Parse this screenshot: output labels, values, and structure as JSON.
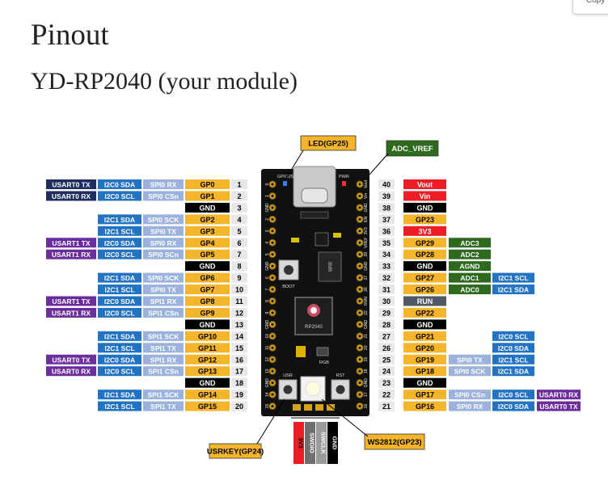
{
  "page": {
    "title": "Pinout",
    "subtitle": "YD-RP2040 (your module)",
    "corner_button": "Copy"
  },
  "colors": {
    "usart": "#1f2e5e",
    "i2c": "#2273c3",
    "spi": "#9bb2dc",
    "gpio": "#f4b52a",
    "num": "#e8e8e8",
    "gnd": "#000000",
    "power": "#ee1c25",
    "run": "#4f5966",
    "adc": "#2d6a1e",
    "usart_alt": "#6c2d9c",
    "callout_gp": "#f4b52a",
    "callout_adc": "#2d6a1e",
    "board": "#111111",
    "debug_3v3": "#ee1c25",
    "debug_swdio": "#6f6f6f",
    "debug_swclk": "#9a9a9a",
    "debug_gnd": "#000000"
  },
  "callouts": {
    "led": "LED(GP25)",
    "adc_vref": "ADC_VREF",
    "usrkey": "USRKEY(GP24)",
    "ws2812": "WS2812(GP23)"
  },
  "board": {
    "led_label": "GPIO25",
    "pwr_label": "PWR",
    "boot_label": "BOOT",
    "usr_label": "USR",
    "rst_label": "RST",
    "rgb_label": "RGB",
    "chip_label": "RP2040",
    "flash_label": "8MB",
    "left_pins": [
      "0",
      "1",
      "GND",
      "2",
      "3",
      "4",
      "5",
      "GND",
      "6",
      "7",
      "8",
      "9",
      "GND",
      "10",
      "11",
      "12",
      "13",
      "GND",
      "14",
      "15"
    ],
    "right_pins": [
      "Vout",
      "Vin",
      "GND",
      "EN",
      "3V3",
      "VREF",
      "28",
      "GND",
      "27",
      "26",
      "RUN",
      "22",
      "GND",
      "21",
      "20",
      "19",
      "18",
      "GND",
      "17",
      "16"
    ]
  },
  "debug_header": [
    "3V3",
    "SWDIO",
    "SWCLK",
    "GND"
  ],
  "left_rows": [
    {
      "num": "1",
      "pin": "GP0",
      "f": [
        "USART0 TX",
        "I2C0 SDA",
        "SPI0 RX"
      ],
      "t": [
        "usart",
        "i2c",
        "spi"
      ]
    },
    {
      "num": "2",
      "pin": "GP1",
      "f": [
        "USART0 RX",
        "I2C0 SCL",
        "SPI0 CSn"
      ],
      "t": [
        "usart",
        "i2c",
        "spi"
      ]
    },
    {
      "num": "3",
      "pin": "GND",
      "f": [
        "",
        "",
        ""
      ],
      "t": [
        "",
        "",
        ""
      ]
    },
    {
      "num": "4",
      "pin": "GP2",
      "f": [
        "",
        "I2C1 SDA",
        "SPI0 SCK"
      ],
      "t": [
        "",
        "i2c",
        "spi"
      ]
    },
    {
      "num": "5",
      "pin": "GP3",
      "f": [
        "",
        "I2C1 SCL",
        "SPI0 TX"
      ],
      "t": [
        "",
        "i2c",
        "spi"
      ]
    },
    {
      "num": "6",
      "pin": "GP4",
      "f": [
        "USART1 TX",
        "I2C0 SDA",
        "SPI0 RX"
      ],
      "t": [
        "usart_alt",
        "i2c",
        "spi"
      ]
    },
    {
      "num": "7",
      "pin": "GP5",
      "f": [
        "USART1 RX",
        "I2C0 SCL",
        "SPI0 SCn"
      ],
      "t": [
        "usart_alt",
        "i2c",
        "spi"
      ]
    },
    {
      "num": "8",
      "pin": "GND",
      "f": [
        "",
        "",
        ""
      ],
      "t": [
        "",
        "",
        ""
      ]
    },
    {
      "num": "9",
      "pin": "GP6",
      "f": [
        "",
        "I2C1 SDA",
        "SPI0 SCK"
      ],
      "t": [
        "",
        "i2c",
        "spi"
      ]
    },
    {
      "num": "10",
      "pin": "GP7",
      "f": [
        "",
        "I2C1 SCL",
        "SPI0 TX"
      ],
      "t": [
        "",
        "i2c",
        "spi"
      ]
    },
    {
      "num": "11",
      "pin": "GP8",
      "f": [
        "USART1 TX",
        "I2C0 SDA",
        "SPI1 RX"
      ],
      "t": [
        "usart_alt",
        "i2c",
        "spi"
      ]
    },
    {
      "num": "12",
      "pin": "GP9",
      "f": [
        "USART1 RX",
        "I2C0 SCL",
        "SPI1 CSn"
      ],
      "t": [
        "usart_alt",
        "i2c",
        "spi"
      ]
    },
    {
      "num": "13",
      "pin": "GND",
      "f": [
        "",
        "",
        ""
      ],
      "t": [
        "",
        "",
        ""
      ]
    },
    {
      "num": "14",
      "pin": "GP10",
      "f": [
        "",
        "I2C1 SDA",
        "SPI1 SCK"
      ],
      "t": [
        "",
        "i2c",
        "spi"
      ]
    },
    {
      "num": "15",
      "pin": "GP11",
      "f": [
        "",
        "I2C1 SCL",
        "SPI1 TX"
      ],
      "t": [
        "",
        "i2c",
        "spi"
      ]
    },
    {
      "num": "16",
      "pin": "GP12",
      "f": [
        "USART0 TX",
        "I2C0 SDA",
        "SPI1 RX"
      ],
      "t": [
        "usart_alt",
        "i2c",
        "spi"
      ]
    },
    {
      "num": "17",
      "pin": "GP13",
      "f": [
        "USART0 RX",
        "I2C0 SCL",
        "SPI1 CSn"
      ],
      "t": [
        "usart_alt",
        "i2c",
        "spi"
      ]
    },
    {
      "num": "18",
      "pin": "GND",
      "f": [
        "",
        "",
        ""
      ],
      "t": [
        "",
        "",
        ""
      ]
    },
    {
      "num": "19",
      "pin": "GP14",
      "f": [
        "",
        "I2C1 SDA",
        "SPI1 SCK"
      ],
      "t": [
        "",
        "i2c",
        "spi"
      ]
    },
    {
      "num": "20",
      "pin": "GP15",
      "f": [
        "",
        "I2C1 SCL",
        "SPI1 TX"
      ],
      "t": [
        "",
        "i2c",
        "spi"
      ]
    }
  ],
  "right_rows": [
    {
      "num": "40",
      "pin": "Vout",
      "pt": "power",
      "f": [
        "",
        "",
        ""
      ],
      "t": [
        "",
        "",
        ""
      ]
    },
    {
      "num": "39",
      "pin": "Vin",
      "pt": "power",
      "f": [
        "",
        "",
        ""
      ],
      "t": [
        "",
        "",
        ""
      ]
    },
    {
      "num": "38",
      "pin": "GND",
      "pt": "gnd",
      "f": [
        "",
        "",
        ""
      ],
      "t": [
        "",
        "",
        ""
      ]
    },
    {
      "num": "37",
      "pin": "GP23",
      "pt": "gpio",
      "f": [
        "",
        "",
        ""
      ],
      "t": [
        "",
        "",
        ""
      ]
    },
    {
      "num": "36",
      "pin": "3V3",
      "pt": "power",
      "f": [
        "",
        "",
        ""
      ],
      "t": [
        "",
        "",
        ""
      ]
    },
    {
      "num": "35",
      "pin": "GP29",
      "pt": "gpio",
      "f": [
        "ADC3",
        "",
        ""
      ],
      "t": [
        "adc",
        "",
        ""
      ]
    },
    {
      "num": "34",
      "pin": "GP28",
      "pt": "gpio",
      "f": [
        "ADC2",
        "",
        ""
      ],
      "t": [
        "adc",
        "",
        ""
      ]
    },
    {
      "num": "33",
      "pin": "GND",
      "pt": "gnd",
      "f": [
        "AGND",
        "",
        ""
      ],
      "t": [
        "adc",
        "",
        ""
      ]
    },
    {
      "num": "32",
      "pin": "GP27",
      "pt": "gpio",
      "f": [
        "ADC1",
        "I2C1 SCL",
        ""
      ],
      "t": [
        "adc",
        "i2c",
        ""
      ]
    },
    {
      "num": "31",
      "pin": "GP26",
      "pt": "gpio",
      "f": [
        "ADC0",
        "I2C1 SDA",
        ""
      ],
      "t": [
        "adc",
        "i2c",
        ""
      ]
    },
    {
      "num": "30",
      "pin": "RUN",
      "pt": "run",
      "f": [
        "",
        "",
        ""
      ],
      "t": [
        "",
        "",
        ""
      ]
    },
    {
      "num": "29",
      "pin": "GP22",
      "pt": "gpio",
      "f": [
        "",
        "",
        ""
      ],
      "t": [
        "",
        "",
        ""
      ]
    },
    {
      "num": "28",
      "pin": "GND",
      "pt": "gnd",
      "f": [
        "",
        "",
        ""
      ],
      "t": [
        "",
        "",
        ""
      ]
    },
    {
      "num": "27",
      "pin": "GP21",
      "pt": "gpio",
      "f": [
        "",
        "I2C0 SCL",
        ""
      ],
      "t": [
        "",
        "i2c",
        ""
      ]
    },
    {
      "num": "26",
      "pin": "GP20",
      "pt": "gpio",
      "f": [
        "",
        "I2C0 SDA",
        ""
      ],
      "t": [
        "",
        "i2c",
        ""
      ]
    },
    {
      "num": "25",
      "pin": "GP19",
      "pt": "gpio",
      "f": [
        "SPI0 TX",
        "I2C1 SCL",
        ""
      ],
      "t": [
        "spi",
        "i2c",
        ""
      ]
    },
    {
      "num": "24",
      "pin": "GP18",
      "pt": "gpio",
      "f": [
        "SPI0 SCK",
        "I2C1 SDA",
        ""
      ],
      "t": [
        "spi",
        "i2c",
        ""
      ]
    },
    {
      "num": "23",
      "pin": "GND",
      "pt": "gnd",
      "f": [
        "",
        "",
        ""
      ],
      "t": [
        "",
        "",
        ""
      ]
    },
    {
      "num": "22",
      "pin": "GP17",
      "pt": "gpio",
      "f": [
        "SPI0 CSn",
        "I2C0 SCL",
        "USART0 RX"
      ],
      "t": [
        "spi",
        "i2c",
        "usart_alt"
      ]
    },
    {
      "num": "21",
      "pin": "GP16",
      "pt": "gpio",
      "f": [
        "SPI0 RX",
        "I2C0 SDA",
        "USART0 TX"
      ],
      "t": [
        "spi",
        "i2c",
        "usart_alt"
      ]
    }
  ]
}
